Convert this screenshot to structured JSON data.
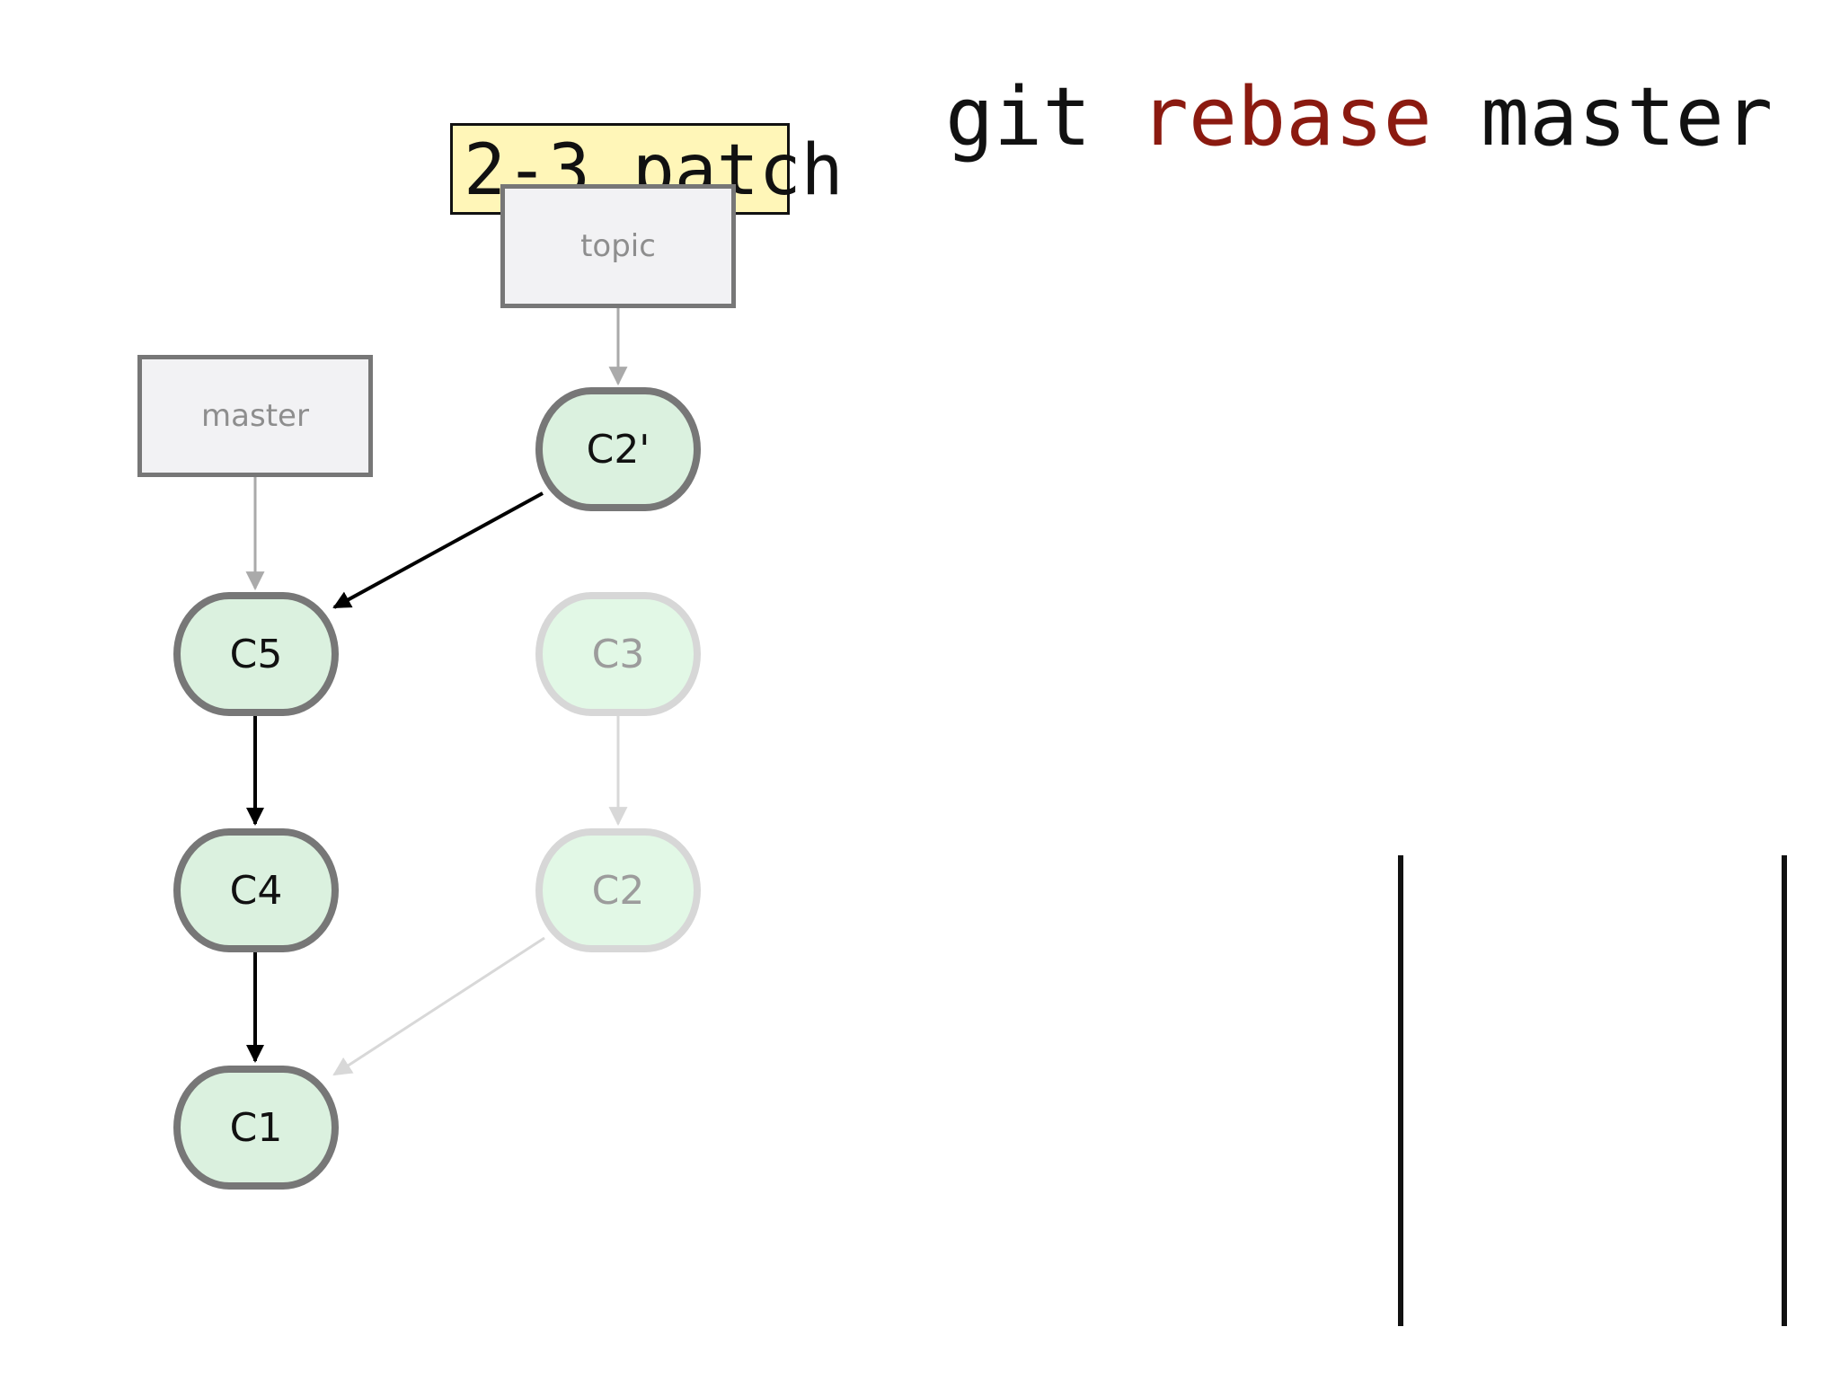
{
  "command": {
    "prefix": "git ",
    "keyword": "rebase",
    "suffix": " master"
  },
  "patch_label": "2-3 patch",
  "branches": {
    "topic": "topic",
    "master": "master"
  },
  "commits": {
    "c2_prime": "C2'",
    "c5": "C5",
    "c4": "C4",
    "c1": "C1",
    "c3": "C3",
    "c2": "C2"
  },
  "colors": {
    "keyword": "#8b1a10",
    "commit_fill": "#dbf1df",
    "commit_border": "#777777",
    "faded_fill": "#e2f8e6",
    "faded_border": "#d7d7d7",
    "patch_fill": "#fff6b8",
    "branch_fill": "#f2f2f4"
  }
}
